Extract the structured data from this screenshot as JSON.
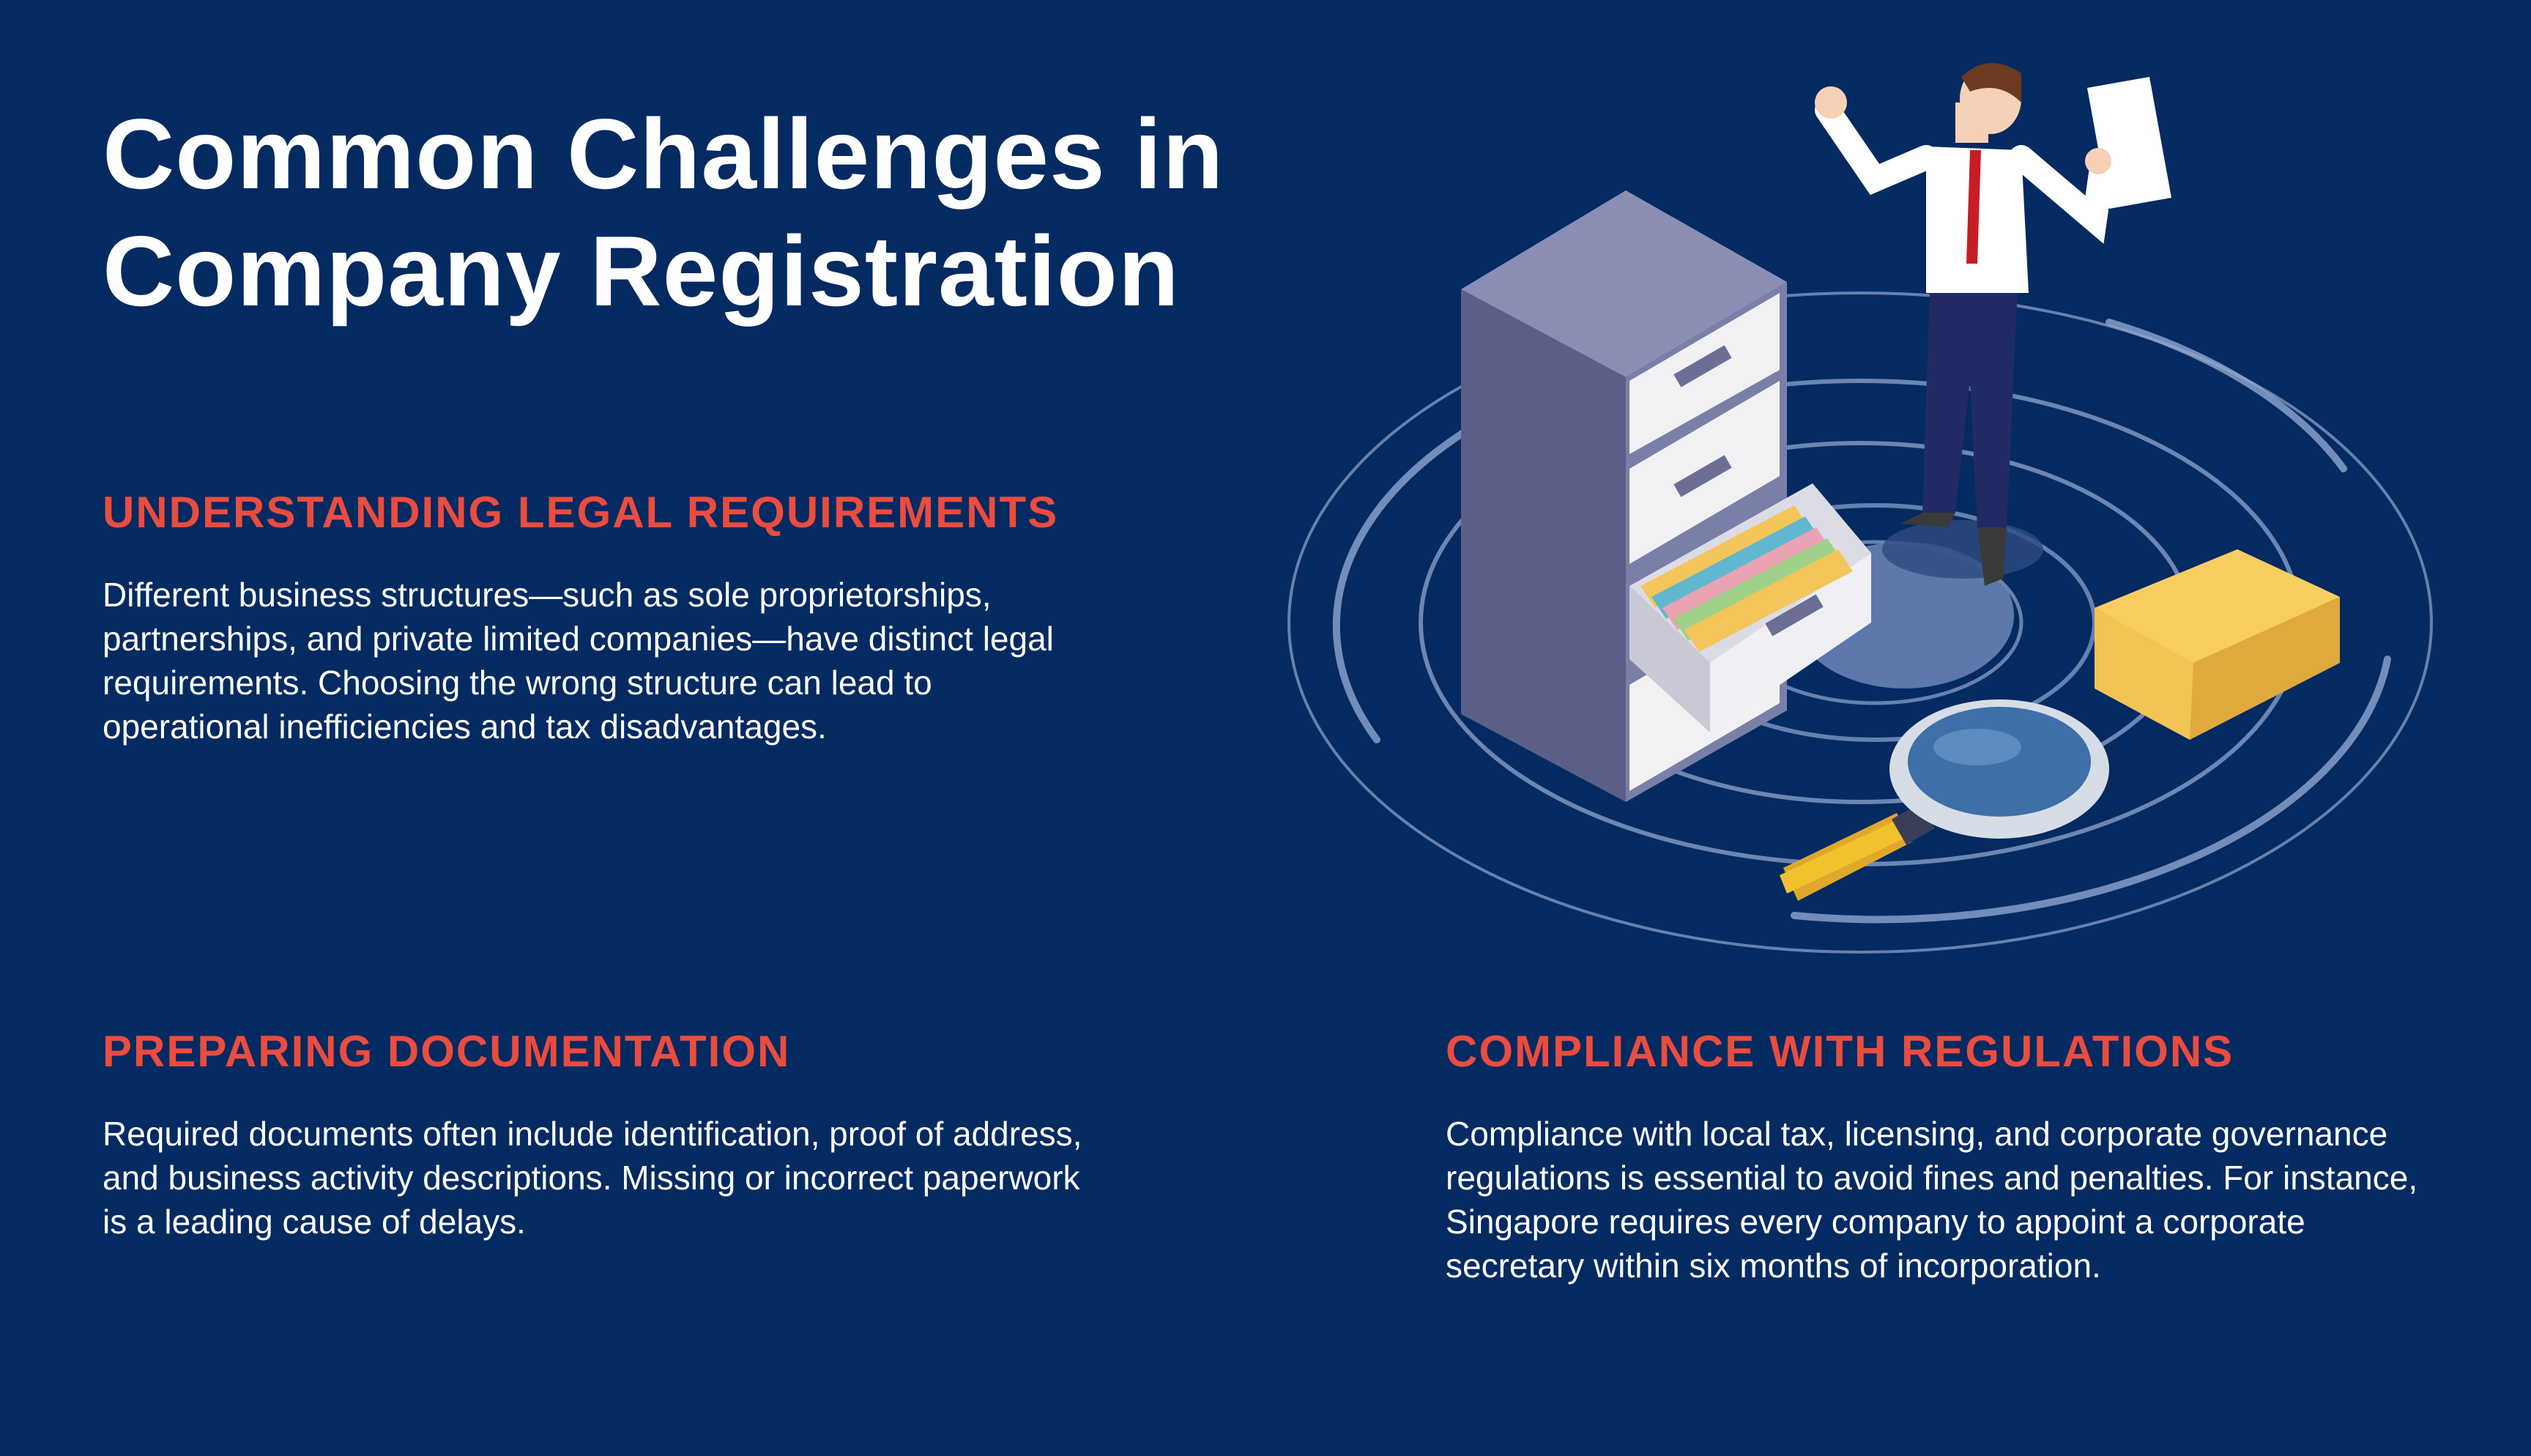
{
  "title": "Common Challenges in Company Registration",
  "sections": [
    {
      "heading": "UNDERSTANDING LEGAL REQUIREMENTS",
      "body": "Different business structures—such as sole proprietorships, partnerships, and private limited companies—have distinct legal requirements. Choosing the wrong structure can lead to operational inefficiencies and tax disadvantages."
    },
    {
      "heading": "PREPARING DOCUMENTATION",
      "body": "Required documents often include identification, proof of address, and business activity descriptions. Missing or incorrect paperwork is a leading cause of delays."
    },
    {
      "heading": "COMPLIANCE WITH REGULATIONS",
      "body": "Compliance with local tax, licensing, and corporate governance regulations is essential to avoid fines and penalties. For instance, Singapore requires every company to appoint a corporate secretary within six months of incorporation."
    }
  ],
  "colors": {
    "background": "#042a62",
    "heading_accent": "#ea4c3e",
    "text": "#ffffff",
    "cabinet": "#6b6f96",
    "folder": "#f5c24f",
    "magnifier_handle": "#f2c12e"
  },
  "illustration": "file-cabinet-businessman-illustration"
}
